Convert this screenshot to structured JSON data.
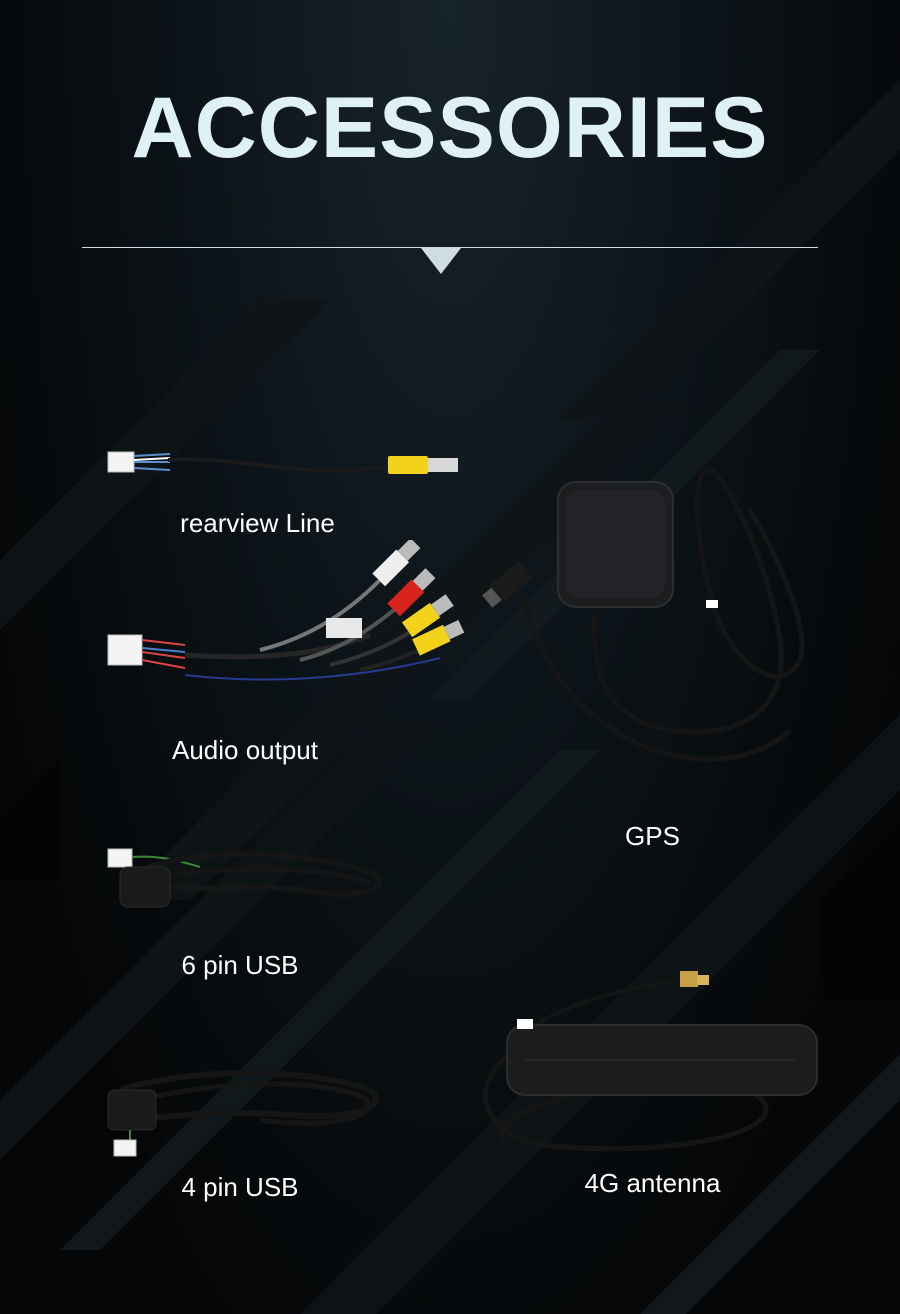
{
  "header": {
    "title": "ACCESSORIES"
  },
  "accessories": [
    {
      "label": "rearview Line",
      "icon": "rearview-cable-icon"
    },
    {
      "label": "Audio output",
      "icon": "audio-rca-cable-icon"
    },
    {
      "label": "GPS",
      "icon": "gps-antenna-icon"
    },
    {
      "label": "6 pin USB",
      "icon": "usb-6pin-cable-icon"
    },
    {
      "label": "4 pin USB",
      "icon": "usb-4pin-cable-icon"
    },
    {
      "label": "4G antenna",
      "icon": "4g-antenna-icon"
    }
  ],
  "colors": {
    "background": "#050607",
    "title": "#dff0f7",
    "label": "#ffffff",
    "rca_yellow": "#f2d21a",
    "rca_red": "#d8231f",
    "rca_white": "#eeeeee"
  }
}
